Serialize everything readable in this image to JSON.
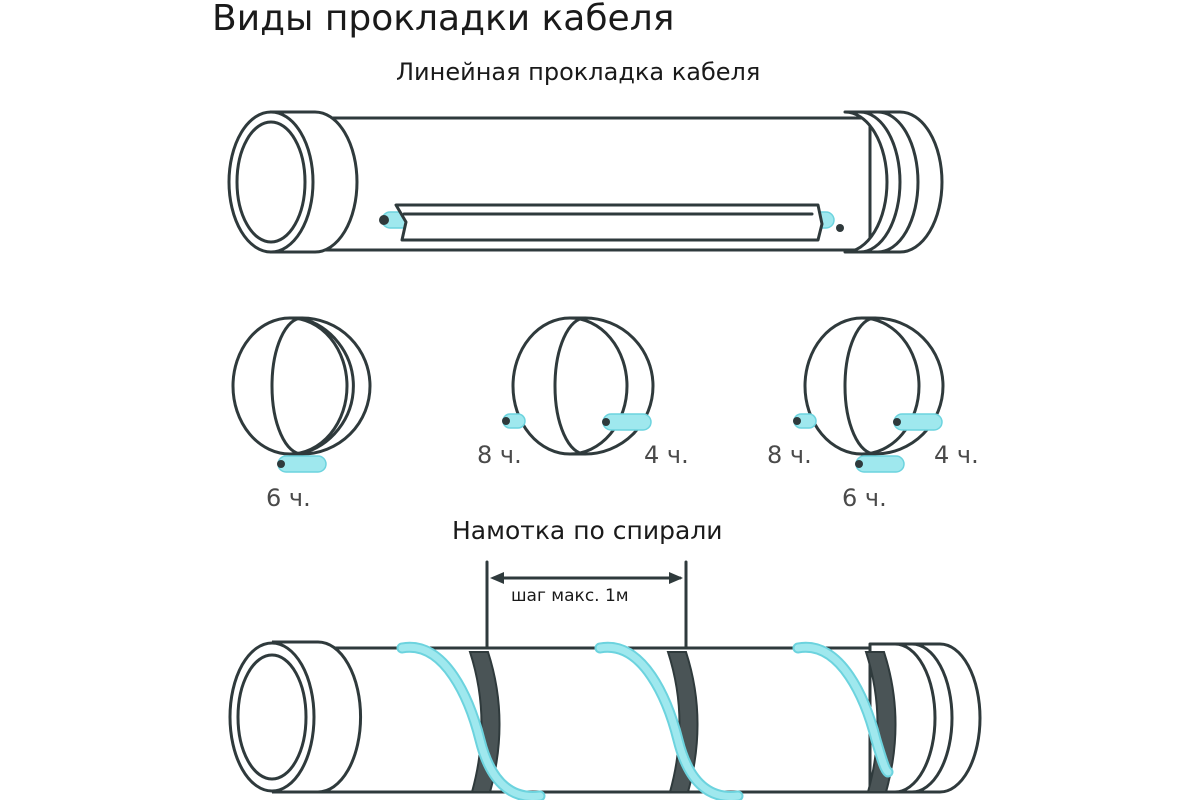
{
  "title": "Виды прокладки кабеля",
  "linear": {
    "title": "Линейная прокладка кабеля"
  },
  "rings": [
    {
      "labels": [
        "6 ч."
      ]
    },
    {
      "labels": [
        "8 ч.",
        "4 ч."
      ]
    },
    {
      "labels": [
        "8 ч.",
        "4 ч.",
        "6 ч."
      ]
    }
  ],
  "spiral": {
    "title": "Намотка по спирали",
    "pitch_label": "шаг макс. 1м"
  },
  "colors": {
    "outline": "#2f3a3c",
    "cable": "#9fe8ee",
    "cable_edge": "#6cd3de",
    "band": "#4a5456"
  }
}
